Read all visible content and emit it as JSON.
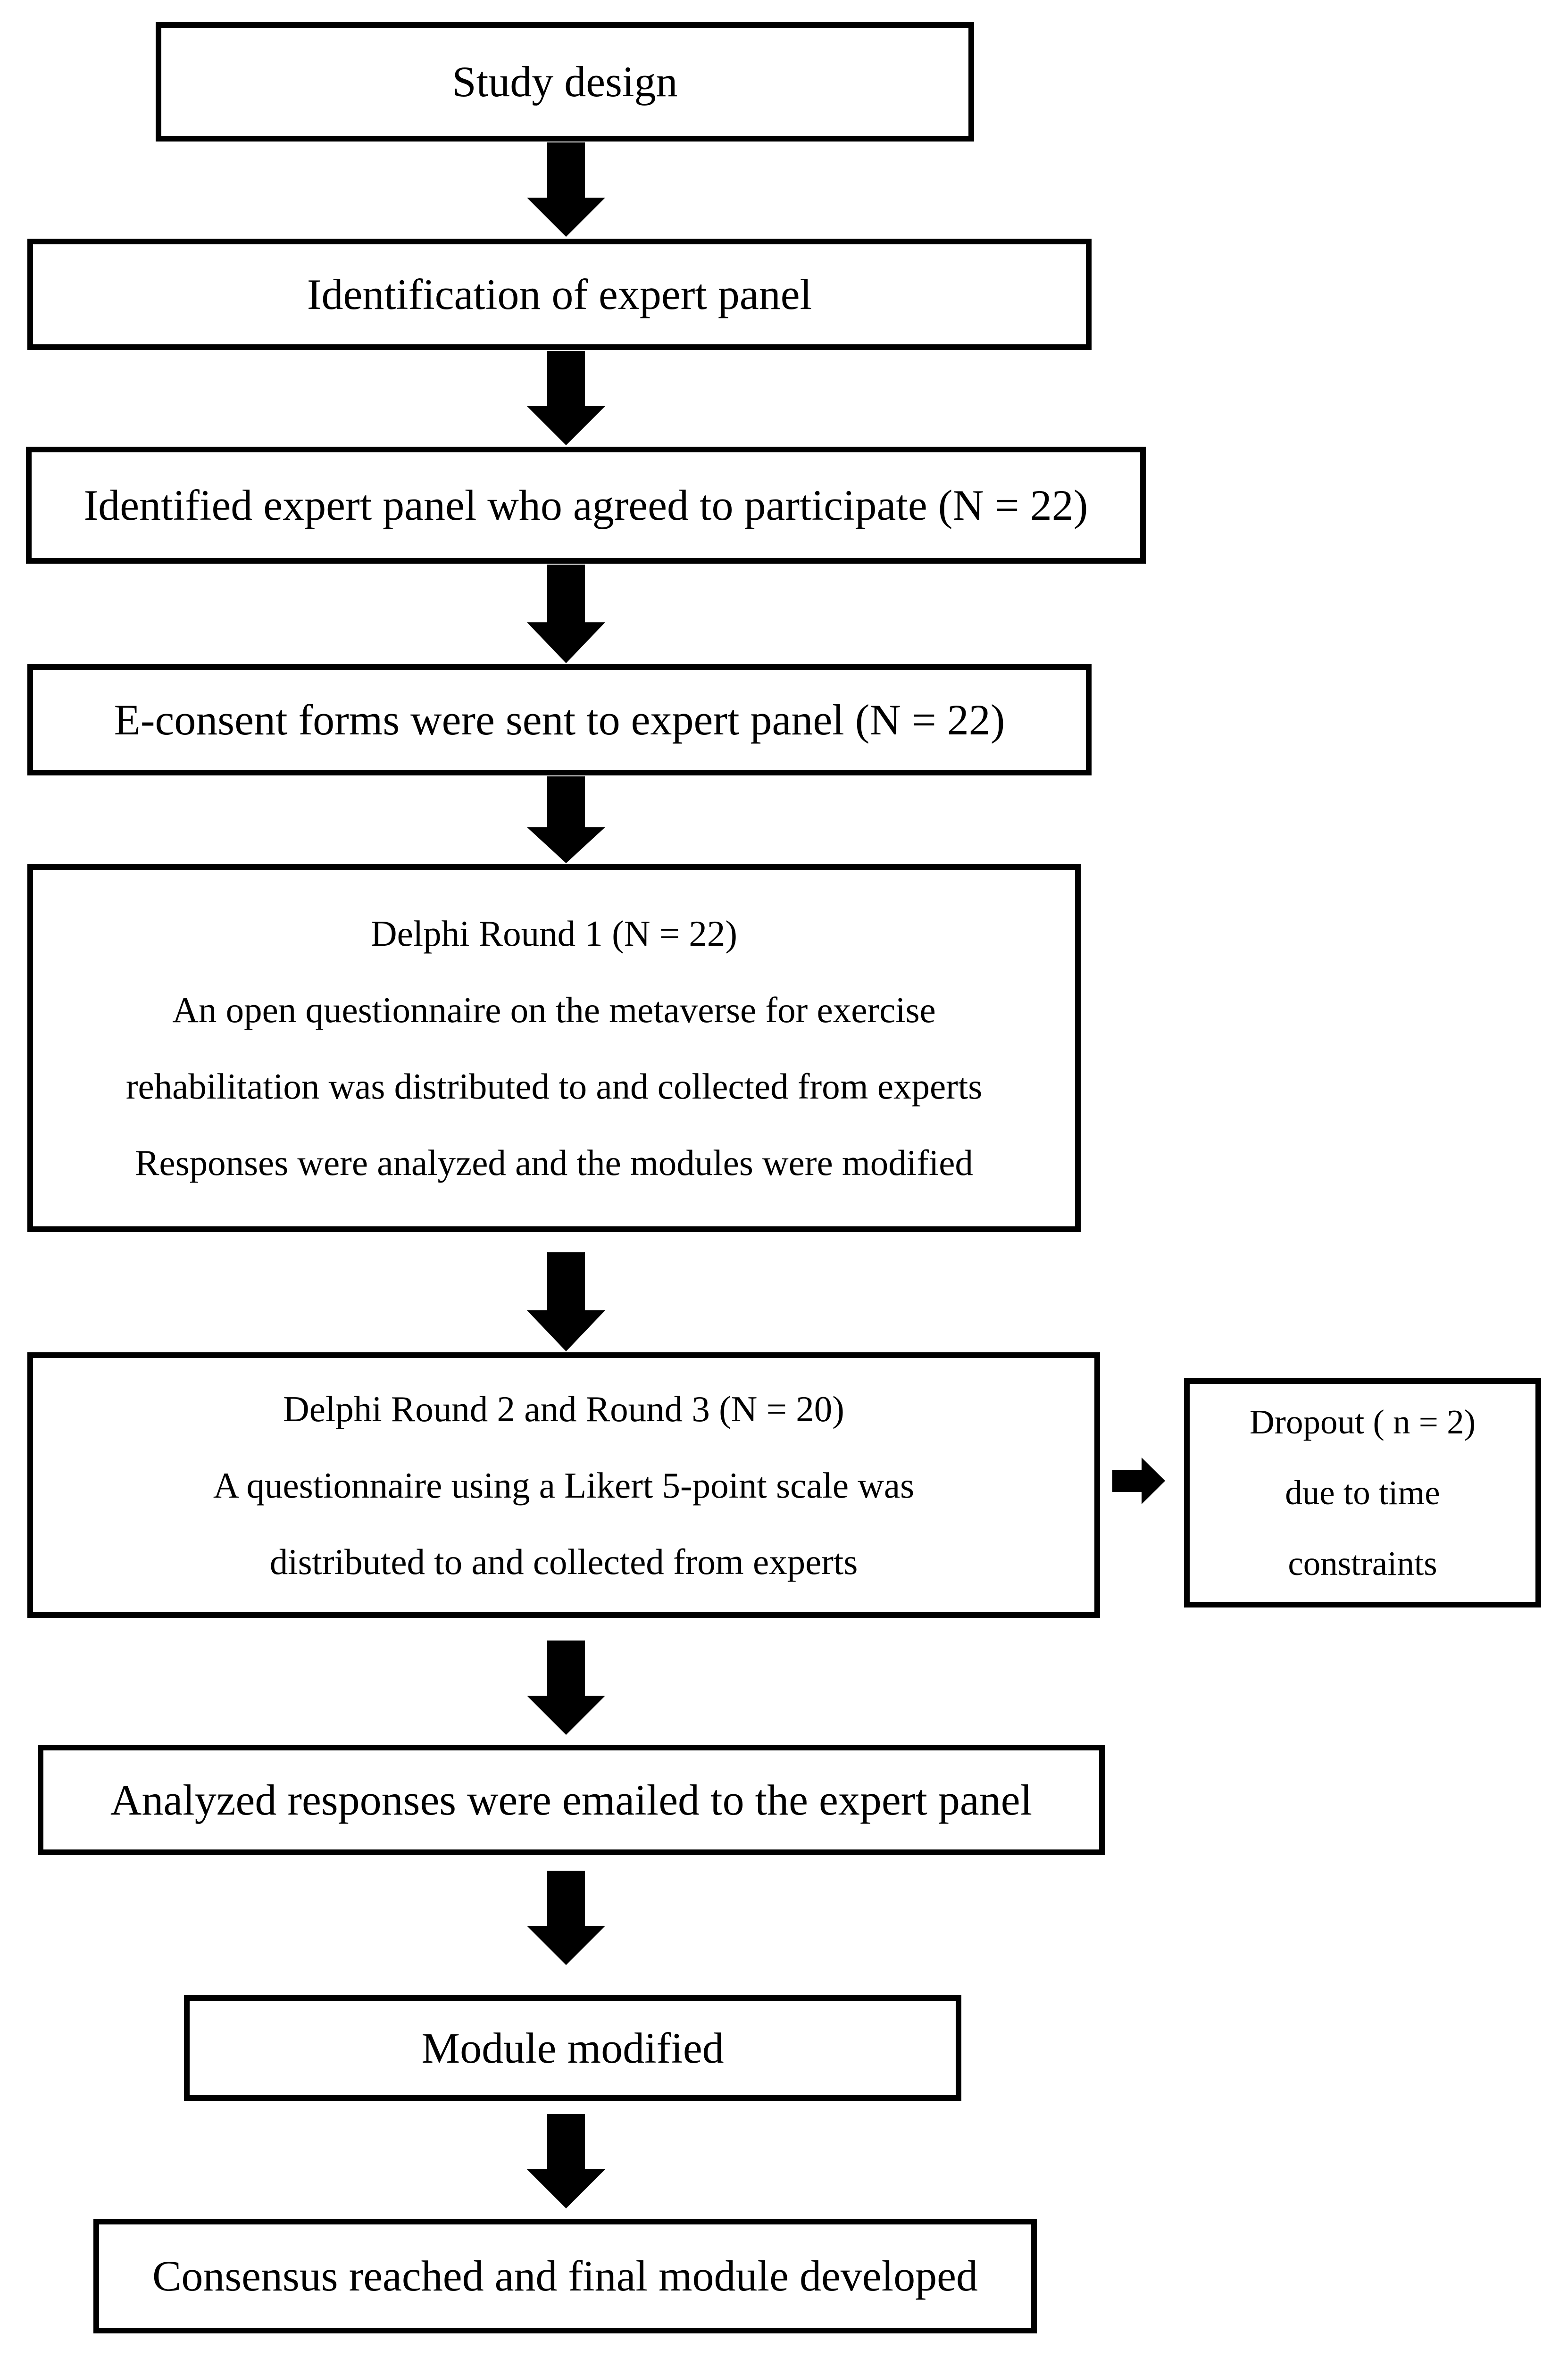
{
  "flowchart": {
    "background_color": "#ffffff",
    "box_border_color": "#000000",
    "arrow_color": "#000000",
    "text_color": "#000000",
    "boxes": [
      {
        "id": "study-design",
        "lines": [
          "Study design"
        ]
      },
      {
        "id": "identification",
        "lines": [
          "Identification of expert panel"
        ]
      },
      {
        "id": "identified-panel",
        "lines": [
          "Identified expert panel who agreed to participate (N = 22)"
        ]
      },
      {
        "id": "e-consent",
        "lines": [
          "E-consent forms were sent to expert panel (N = 22)"
        ]
      },
      {
        "id": "delphi-round-1",
        "lines": [
          "Delphi Round 1 (N = 22)",
          "An open questionnaire on the metaverse for exercise",
          "rehabilitation was distributed to and collected from experts",
          "Responses were analyzed and the modules were modified"
        ]
      },
      {
        "id": "delphi-round-2-3",
        "lines": [
          "Delphi Round 2 and Round 3 (N = 20)",
          "A questionnaire using a Likert 5-point scale was",
          "distributed to and collected from experts"
        ]
      },
      {
        "id": "dropout",
        "lines": [
          "Dropout ( n = 2)",
          "due to time",
          "constraints"
        ]
      },
      {
        "id": "analyzed-responses",
        "lines": [
          "Analyzed responses were emailed to the expert panel"
        ]
      },
      {
        "id": "module-modified",
        "lines": [
          "Module modified"
        ]
      },
      {
        "id": "consensus",
        "lines": [
          "Consensus reached and final module developed"
        ]
      }
    ],
    "connectors": [
      {
        "from": "study-design",
        "to": "identification",
        "direction": "down"
      },
      {
        "from": "identification",
        "to": "identified-panel",
        "direction": "down"
      },
      {
        "from": "identified-panel",
        "to": "e-consent",
        "direction": "down"
      },
      {
        "from": "e-consent",
        "to": "delphi-round-1",
        "direction": "down"
      },
      {
        "from": "delphi-round-1",
        "to": "delphi-round-2-3",
        "direction": "down"
      },
      {
        "from": "delphi-round-2-3",
        "to": "dropout",
        "direction": "right"
      },
      {
        "from": "delphi-round-2-3",
        "to": "analyzed-responses",
        "direction": "down"
      },
      {
        "from": "analyzed-responses",
        "to": "module-modified",
        "direction": "down"
      },
      {
        "from": "module-modified",
        "to": "consensus",
        "direction": "down"
      }
    ]
  }
}
